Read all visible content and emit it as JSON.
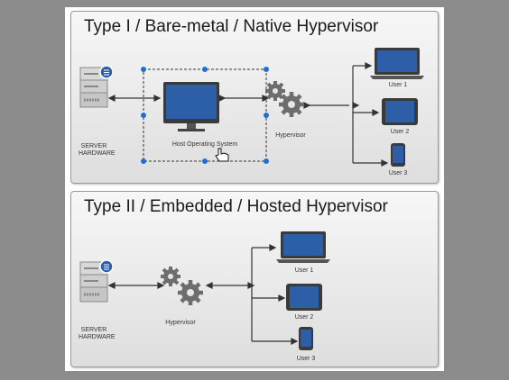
{
  "panel1": {
    "title": "Type I / Bare-metal / Native Hypervisor",
    "server_label_line1": "SERVER",
    "server_label_line2": "HARDWARE",
    "host_os_label": "Host Operating System",
    "hypervisor_label": "Hypervisor",
    "users": [
      "User 1",
      "User 2",
      "User 3"
    ]
  },
  "panel2": {
    "title": "Type II / Embedded / Hosted Hypervisor",
    "server_label_line1": "SERVER",
    "server_label_line2": "HARDWARE",
    "hypervisor_label": "Hypervisor",
    "users": [
      "User 1",
      "User 2",
      "User 3"
    ]
  },
  "colors": {
    "background": "#8c8c8c",
    "panel_fill": "#e6e6e6",
    "device_blue": "#2d5fa8",
    "gear_gray": "#6d6d6d",
    "selection_handle": "#1e6fd1"
  }
}
